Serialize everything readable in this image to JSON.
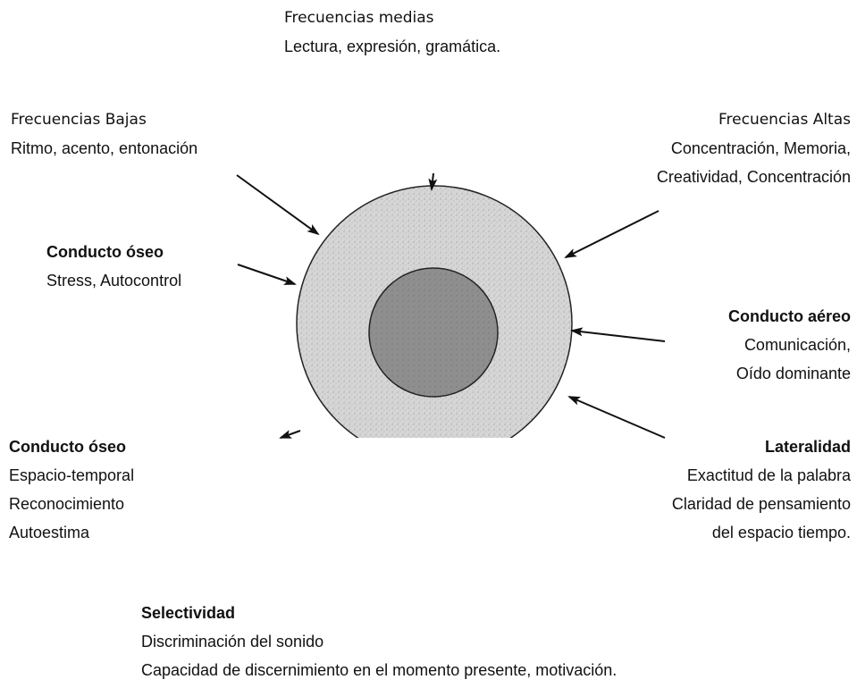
{
  "colors": {
    "text": "#111111",
    "outer_circle": "#d6d6d6",
    "inner_circle": "#8f8f8f",
    "outline": "#222222",
    "arrow": "#111111"
  },
  "blocks": {
    "medium_frequencies": {
      "title": "Frecuencias medias",
      "lines": [
        "Lectura, expresión, gramática."
      ]
    },
    "low_frequencies": {
      "title": "Frecuencias Bajas",
      "lines": [
        "Ritmo, acento, entonación"
      ]
    },
    "high_frequencies": {
      "title": "Frecuencias Altas",
      "lines": [
        "Concentración, Memoria,",
        "Creatividad, Concentración"
      ]
    },
    "bone_conduction_upper": {
      "title": "Conducto óseo",
      "lines": [
        "Stress, Autocontrol"
      ]
    },
    "air_conduction": {
      "title": "Conducto aéreo",
      "lines": [
        "Comunicación,",
        "Oído dominante"
      ]
    },
    "bone_conduction_lower": {
      "title": "Conducto óseo",
      "lines": [
        "Espacio-temporal",
        "Reconocimiento",
        "Autoestima"
      ]
    },
    "laterality": {
      "title": "Lateralidad",
      "lines": [
        "Exactitud de la palabra",
        "Claridad de pensamiento",
        "del espacio tiempo."
      ]
    },
    "selectivity": {
      "title": "Selectividad",
      "lines": [
        "Discriminación del sonido",
        "Capacidad de discernimiento en el momento presente, motivación."
      ]
    }
  }
}
